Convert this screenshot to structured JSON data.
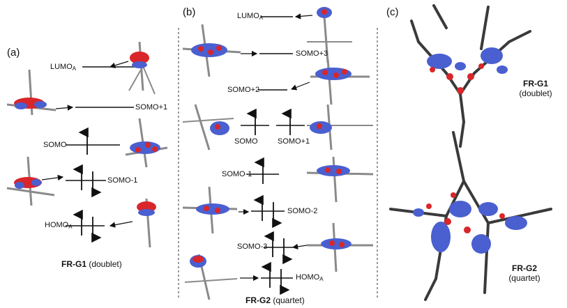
{
  "panels": {
    "a": "(a)",
    "b": "(b)",
    "c": "(c)"
  },
  "panel_a": {
    "levels": {
      "lumo": "LUMO",
      "lumo_sub": "A",
      "somo_p1": "SOMO+1",
      "somo": "SOMO",
      "somo_m1": "SOMO-1",
      "homo": "HOMO",
      "homo_sub": "A"
    },
    "caption_bold": "FR-G1",
    "caption_rest": " (doublet)"
  },
  "panel_b": {
    "levels": {
      "lumo": "LUMO",
      "lumo_sub": "A",
      "somo_p3": "SOMO+3",
      "somo_p2": "SOMO+2",
      "somo": "SOMO",
      "somo_p1": "SOMO+1",
      "somo_m1": "SOMO-1",
      "somo_m2": "SOMO-2",
      "somo_m3": "SOMO-3",
      "homo": "HOMO",
      "homo_sub": "A"
    },
    "caption_bold": "FR-G2",
    "caption_rest": " (quartet)"
  },
  "panel_c": {
    "g1_name": "FR-G1",
    "g1_state": "(doublet)",
    "g2_name": "FR-G2",
    "g2_state": "(quartet)"
  },
  "colors": {
    "line": "#111111",
    "lobe_red": "#d8262b",
    "lobe_blue": "#4a5fd0",
    "skeleton": "#8a8a8a",
    "dark_skeleton": "#3a3a3a",
    "divider": "#333333"
  }
}
